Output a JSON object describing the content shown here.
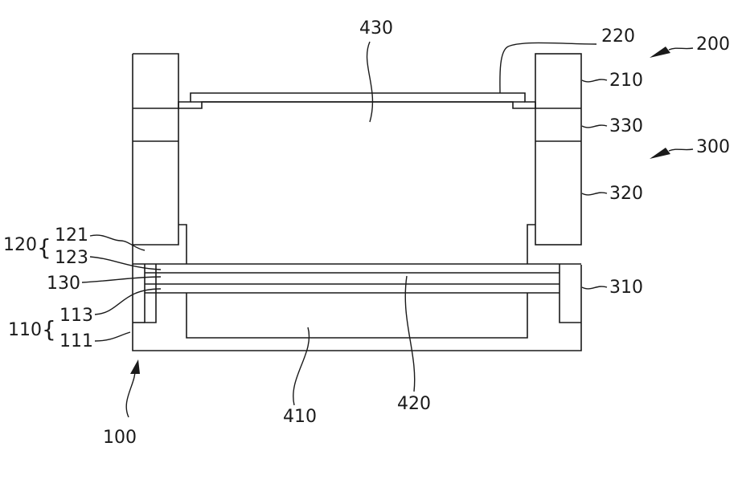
{
  "labels": {
    "l430": "430",
    "l220": "220",
    "l200": "200",
    "l210": "210",
    "l330": "330",
    "l300": "300",
    "l320": "320",
    "l120": "120",
    "l121": "121",
    "l123": "123",
    "l130": "130",
    "l310": "310",
    "l113": "113",
    "l110": "110",
    "l111": "111",
    "l410": "410",
    "l420": "420",
    "l100": "100"
  }
}
